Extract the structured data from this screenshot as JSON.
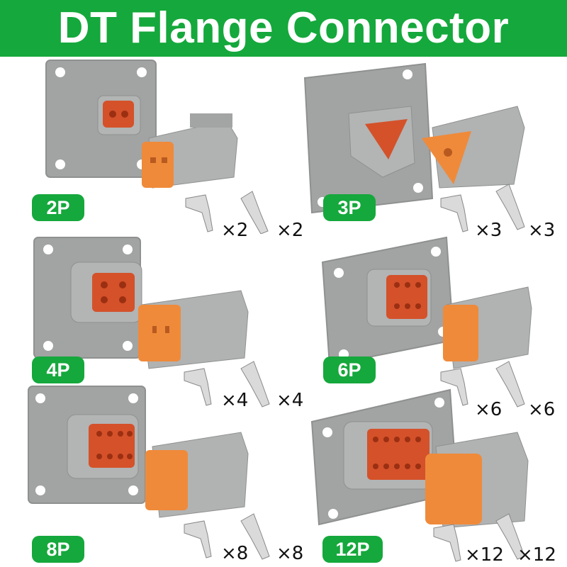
{
  "title": "DT Flange Connector",
  "colors": {
    "banner": "#15a83c",
    "housing_gray": "#a7a8a8",
    "insert_red": "#d4512a",
    "plug_orange": "#ef8a3a",
    "badge": "#15a83c"
  },
  "variants": [
    {
      "label": "2P",
      "male_qty": "×2",
      "female_qty": "×2"
    },
    {
      "label": "3P",
      "male_qty": "×3",
      "female_qty": "×3"
    },
    {
      "label": "4P",
      "male_qty": "×4",
      "female_qty": "×4"
    },
    {
      "label": "6P",
      "male_qty": "×6",
      "female_qty": "×6"
    },
    {
      "label": "8P",
      "male_qty": "×8",
      "female_qty": "×8"
    },
    {
      "label": "12P",
      "male_qty": "×12",
      "female_qty": "×12"
    }
  ],
  "icons": {
    "flange": "flange-receptacle-icon",
    "plug": "plug-connector-icon",
    "male_terminal": "male-terminal-icon",
    "female_terminal": "female-terminal-icon"
  }
}
